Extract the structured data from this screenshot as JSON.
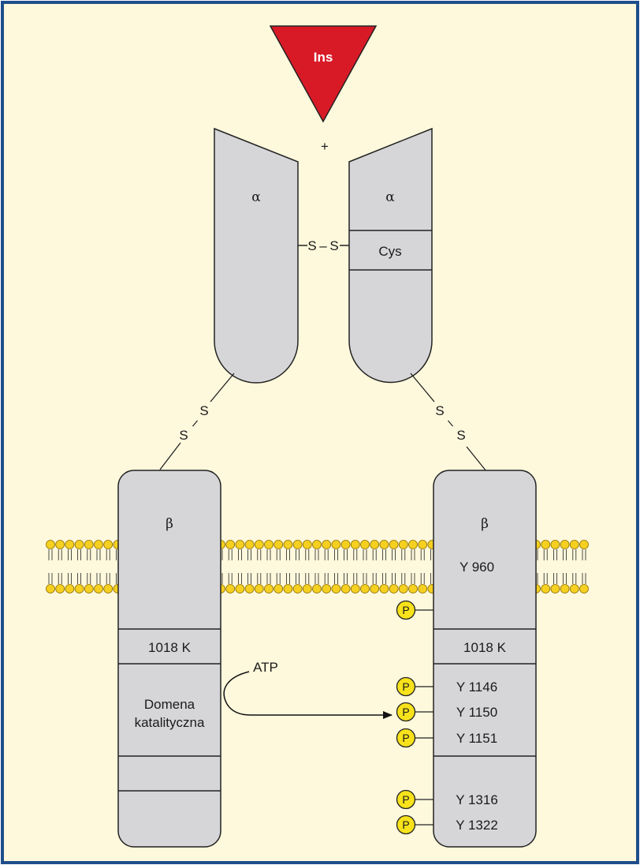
{
  "colors": {
    "background": "#fef8dc",
    "border": "#1f4e8c",
    "subunit_fill": "#d6d6d9",
    "insulin_fill": "#d81a27",
    "phosphate_fill": "#f7e21b",
    "lipid_head": "#f6d020"
  },
  "insulin": {
    "label": "Ins"
  },
  "plus_sign": "+",
  "alpha_left": {
    "label": "α"
  },
  "alpha_right": {
    "label": "α",
    "cys_label": "Cys"
  },
  "disulfide": {
    "s1": "S",
    "dash": "–",
    "s2": "S"
  },
  "bridge_left": {
    "s1": "S",
    "dash": "–",
    "s2": "S"
  },
  "bridge_right": {
    "s1": "S",
    "dash": "–",
    "s2": "S"
  },
  "beta_left": {
    "label": "β",
    "lys_label": "1018 K",
    "domain_line1": "Domena",
    "domain_line2": "katalityczna"
  },
  "beta_right": {
    "label": "β",
    "lys_label": "1018 K"
  },
  "atp": {
    "label": "ATP"
  },
  "phospho_sites": [
    {
      "symbol": "P",
      "label": "Y 960"
    },
    {
      "symbol": "P",
      "label": "Y 1146"
    },
    {
      "symbol": "P",
      "label": "Y 1150"
    },
    {
      "symbol": "P",
      "label": "Y 1151"
    },
    {
      "symbol": "P",
      "label": "Y 1316"
    },
    {
      "symbol": "P",
      "label": "Y 1322"
    }
  ]
}
